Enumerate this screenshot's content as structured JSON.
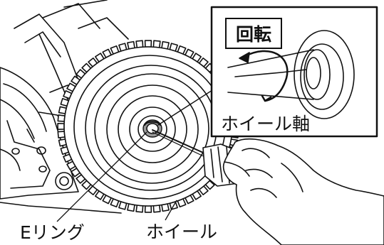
{
  "labels": {
    "rotate": "回転",
    "wheel_axle": "ホイール軸",
    "e_ring": "Eリング",
    "wheel": "ホイール"
  },
  "colors": {
    "line": "#111111",
    "background": "#ffffff",
    "hub_gray": "#9a9a9a"
  },
  "tire_tread_count": 64
}
